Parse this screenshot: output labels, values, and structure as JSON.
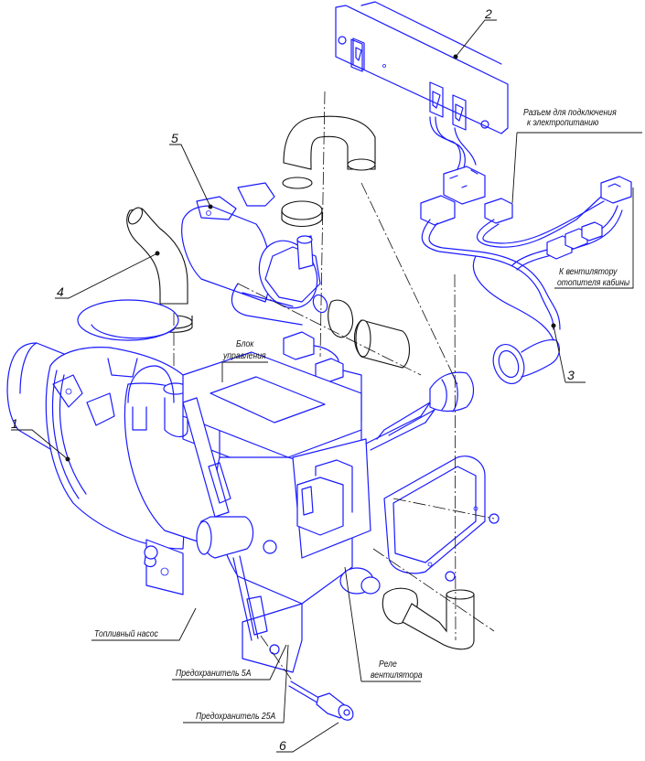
{
  "diagram": {
    "title": "",
    "style": {
      "line_color": "#1a1aff",
      "hose_color": "#111111",
      "background": "#ffffff"
    },
    "callouts": [
      {
        "id": "1",
        "label": "1",
        "part": "heater-body"
      },
      {
        "id": "2",
        "label": "2",
        "part": "control-panel"
      },
      {
        "id": "3",
        "label": "3",
        "part": "wiring-harness"
      },
      {
        "id": "4",
        "label": "4",
        "part": "exhaust-pipe"
      },
      {
        "id": "5",
        "label": "5",
        "part": "water-pump"
      },
      {
        "id": "6",
        "label": "6",
        "part": "fuel-fitting"
      }
    ],
    "annotations": {
      "power_connector": [
        "Разъем для подключения",
        "к электропитанию"
      ],
      "cabin_fan": [
        "К вентилятору",
        "отопителя кабины"
      ],
      "control_unit": [
        "Блок",
        "управления"
      ],
      "fuel_pump": "Топливный насос",
      "fuse_5a": "Предохранитель 5А",
      "fuse_25a": "Предохранитель 25А",
      "fan_relay": [
        "Реле",
        "вентилятора"
      ]
    }
  }
}
